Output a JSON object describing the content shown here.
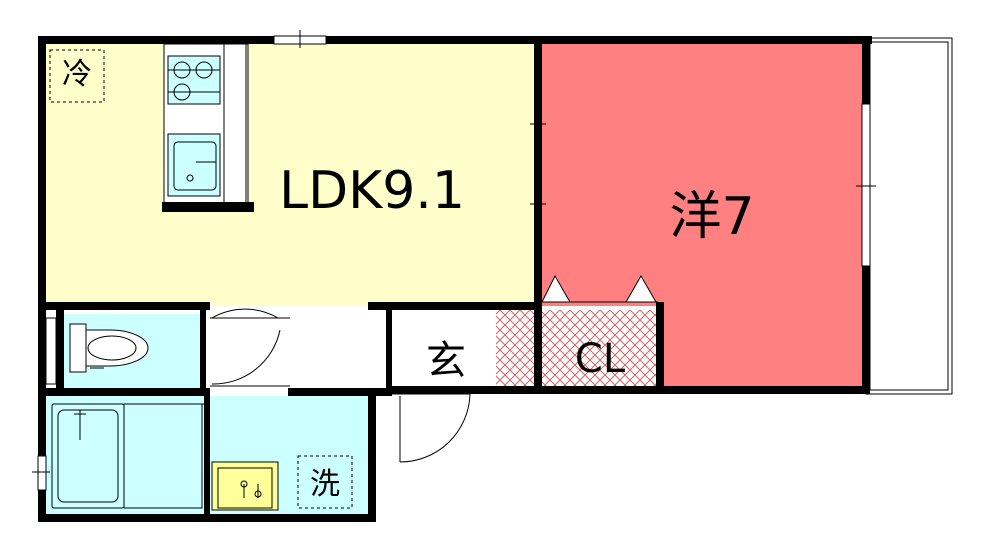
{
  "rooms": {
    "ldk": {
      "label": "LDK9.1",
      "color": "#ffffcc"
    },
    "western": {
      "label": "洋7",
      "color": "#ff8080"
    },
    "entrance": {
      "label": "玄"
    },
    "closet": {
      "label": "CL"
    },
    "washroom": {
      "label": "洗",
      "color": "#ccffff"
    },
    "toilet": {
      "color": "#ccffff"
    },
    "bathroom": {
      "color": "#ccffff"
    }
  },
  "fixtures": {
    "fridge_label": "冷"
  },
  "colors": {
    "wall": "#000000",
    "stove": "#ccffff",
    "sink": "#ccffff",
    "wash_basin": "#ffff99",
    "hatch": "#cc6666"
  }
}
